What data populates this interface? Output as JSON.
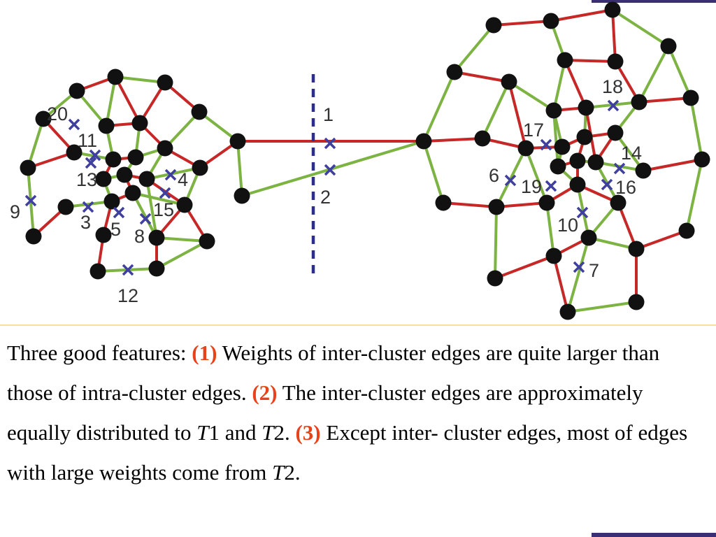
{
  "colors": {
    "positive_edge": "#7cb342",
    "negative_edge": "#c62828",
    "node": "#111111",
    "cut_mark": "#3f3f9f",
    "divider": "#2d2d8c",
    "number_highlight": "#e8421b",
    "accent_bar": "#3b2f73"
  },
  "diagram": {
    "edge_labels": [
      "1",
      "2",
      "3",
      "4",
      "5",
      "6",
      "7",
      "8",
      "9",
      "10",
      "11",
      "12",
      "13",
      "14",
      "15",
      "16",
      "17",
      "18",
      "19",
      "20"
    ]
  },
  "caption": {
    "p1": "Three good features: ",
    "n1": "(1)",
    "p2": " Weights of inter-cluster edges are quite larger than those of intra-cluster edges. ",
    "n2": "(2)",
    "p3": " The inter-cluster edges are approximately equally distributed to ",
    "t1_letter": "T",
    "t1_digit": "1",
    "p4": " and ",
    "t2_letter": "T",
    "t2_digit": "2",
    "p5": ". ",
    "n3": "(3)",
    "p6": " Except inter- cluster edges, most of edges with large weights come from ",
    "t3_letter": "T",
    "t3_digit": "2",
    "p7": "."
  }
}
